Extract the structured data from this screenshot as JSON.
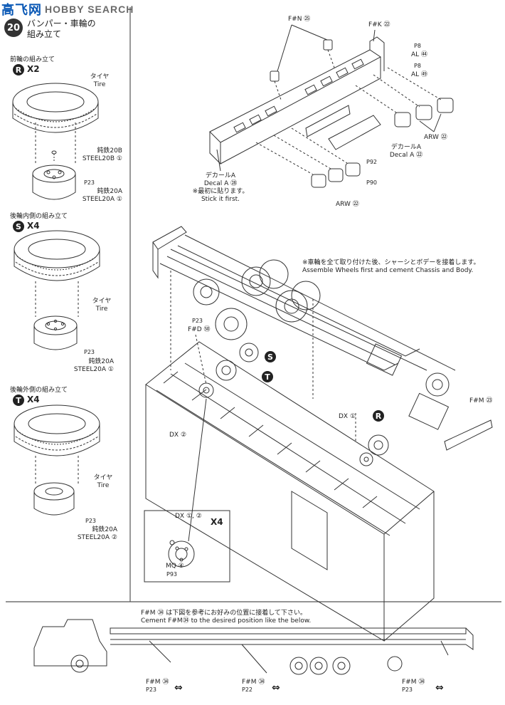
{
  "watermark": {
    "brand_cn": "高飞网",
    "brand_en": "HOBBY SEARCH"
  },
  "step": {
    "number": "20",
    "title_line1": "バンパー・車輪の",
    "title_line2": "組み立て"
  },
  "left_panel": {
    "front": {
      "heading": "前輪の組み立て",
      "badge": "R",
      "qty": "X2",
      "tire_jp": "タイヤ",
      "tire_en": "Tire",
      "part1_jp": "鈍鉄20B",
      "part1_en": "STEEL20B",
      "part1_num": "①",
      "part2_ref": "P23",
      "part3_jp": "鈍鉄20A",
      "part3_en": "STEEL20A",
      "part3_num": "①"
    },
    "rear_inner": {
      "heading": "後輪内側の組み立て",
      "badge": "S",
      "qty": "X4",
      "tire_jp": "タイヤ",
      "tire_en": "Tire",
      "part_ref": "P23",
      "part_jp": "鈍鉄20A",
      "part_en": "STEEL20A",
      "part_num": "①"
    },
    "rear_outer": {
      "heading": "後輪外側の組み立て",
      "badge": "T",
      "qty": "X4",
      "tire_jp": "タイヤ",
      "tire_en": "Tire",
      "part_ref": "P23",
      "part_jp": "鈍鉄20A",
      "part_en": "STEEL20A",
      "part_num": "②"
    }
  },
  "bumper": {
    "fn": "F#N ㉕",
    "fk": "F#K ㉒",
    "ref8a": "P8",
    "al54": "AL ㊹",
    "ref8b": "P8",
    "al53": "AL ㊾",
    "arw72a": "ARW ㉒",
    "decal_a_jp": "デカールA",
    "decal_a_en": "Decal A ㉘",
    "decal_a2_jp": "デカールA",
    "decal_a2_en": "Decal A ㉒",
    "stick_jp": "※最初に貼ります。",
    "stick_en": "Stick it first.",
    "ref92": "P92",
    "ref90": "P90",
    "arw72b": "ARW ㉒"
  },
  "chassis": {
    "note_jp": "※車輪を全て取り付けた後、シャーシとボデーを接着します。",
    "note_en": "Assemble Wheels first and cement Chassis and Body.",
    "ref23": "P23",
    "fd": "F#D ㊿",
    "badge_s": "S",
    "badge_t": "T",
    "badge_r": "R",
    "dx1": "DX ①",
    "dx2": "DX ②",
    "fm": "F#M ㉓"
  },
  "inset": {
    "dx": "DX ①, ②",
    "qty": "X4",
    "mq": "MQ ④",
    "ref": "P93"
  },
  "bottom": {
    "note_jp": "F#M ㉞ は下図を参考にお好みの位置に接着して下さい。",
    "note_en": "Cement F#M㉞ to the desired position like the below.",
    "labels": [
      {
        "name": "F#M ㉞",
        "ref": "P23"
      },
      {
        "name": "F#M ㉞",
        "ref": "P22"
      },
      {
        "name": "F#M ㉞",
        "ref": "P23"
      }
    ]
  }
}
